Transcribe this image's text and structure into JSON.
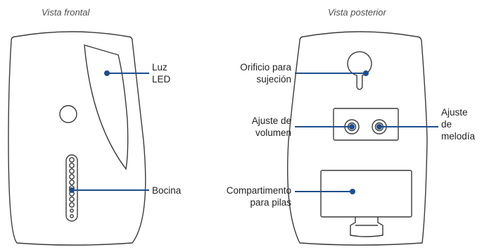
{
  "titles": {
    "front": "Vista frontal",
    "back": "Vista posterior"
  },
  "labels": {
    "led": "Luz\nLED",
    "speaker": "Bocina",
    "mount_hole": "Orificio para\nsujeción",
    "volume": "Ajuste de\nvolumen",
    "melody": "Ajuste\nde\nmelodía",
    "battery": "Compartimento\npara pilas"
  },
  "colors": {
    "outline": "#3a3a3a",
    "callout": "#1f4e8c",
    "text": "#222222",
    "title": "#4d4d4d"
  },
  "speaker_grill_holes": 11
}
